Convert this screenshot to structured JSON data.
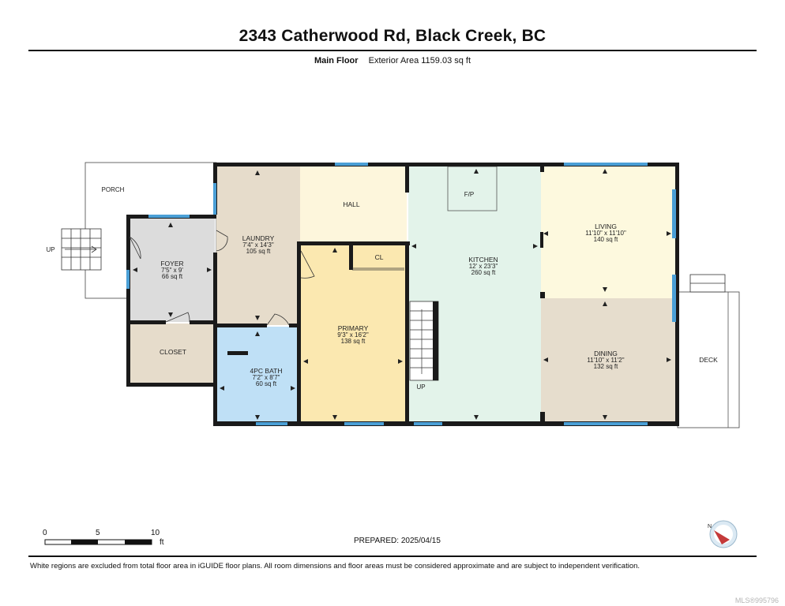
{
  "header": {
    "title": "2343 Catherwood Rd, Black Creek, BC",
    "floor_name": "Main Floor",
    "exterior_area": "Exterior Area 1159.03 sq ft"
  },
  "rooms": {
    "porch": {
      "name": "PORCH"
    },
    "foyer": {
      "name": "FOYER",
      "dims": "7'5\" x 9'",
      "area": "66 sq ft"
    },
    "closet": {
      "name": "CLOSET"
    },
    "laundry": {
      "name": "LAUNDRY",
      "dims": "7'4\" x 14'3\"",
      "area": "105 sq ft"
    },
    "hall": {
      "name": "HALL"
    },
    "closet_cl": {
      "name": "CL"
    },
    "primary": {
      "name": "PRIMARY",
      "dims": "9'3\" x 16'2\"",
      "area": "138 sq ft"
    },
    "bath": {
      "name": "4PC BATH",
      "dims": "7'2\" x 8'7\"",
      "area": "60 sq ft"
    },
    "kitchen": {
      "name": "KITCHEN",
      "dims": "12' x 23'3\"",
      "area": "260 sq ft"
    },
    "fireplace": {
      "name": "F/P"
    },
    "living": {
      "name": "LIVING",
      "dims": "11'10\" x 11'10\"",
      "area": "140 sq ft"
    },
    "dining": {
      "name": "DINING",
      "dims": "11'10\" x 11'2\"",
      "area": "132 sq ft"
    },
    "deck": {
      "name": "DECK"
    }
  },
  "stairs": {
    "up_left": "UP",
    "up_inner": "UP"
  },
  "scale": {
    "labels": [
      "0",
      "5",
      "10"
    ],
    "unit": "ft"
  },
  "prepared": "PREPARED: 2025/04/15",
  "footer_note": "White regions are excluded from total floor area in iGUIDE floor plans. All room dimensions and floor areas must be considered approximate and are subject to independent verification.",
  "mls": "MLS®995796",
  "colors": {
    "wall": "#1a1a1a",
    "window": "#4a9fd6",
    "foyer": "#dcdcdc",
    "laundry": "#e6dccb",
    "hall": "#fdf6dc",
    "primary": "#fbe8b0",
    "bath": "#bfe0f6",
    "kitchen": "#e3f3ea",
    "living": "#fdf9de",
    "dining": "#e6ddcd",
    "closet": "#e6dccb"
  }
}
